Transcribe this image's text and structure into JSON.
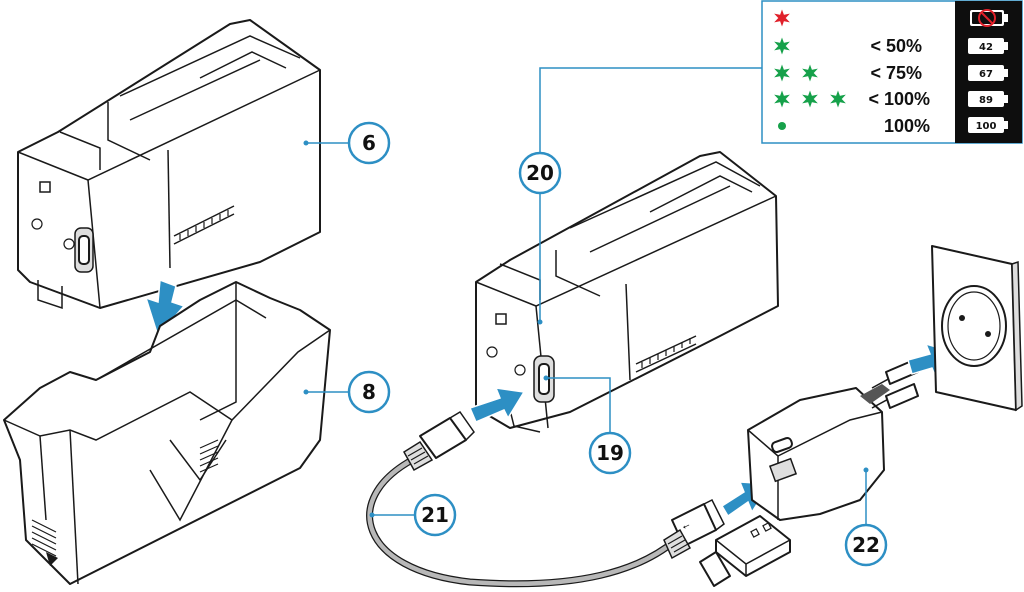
{
  "colors": {
    "callout": "#2d8fc4",
    "arrow": "#2d8fc4",
    "led_red": "#e0202a",
    "led_green": "#16a14a",
    "cable": "#b8b8b8",
    "legend_dark": "#0e0e0e"
  },
  "callouts": [
    {
      "id": "c6",
      "label": "6"
    },
    {
      "id": "c8",
      "label": "8"
    },
    {
      "id": "c19",
      "label": "19"
    },
    {
      "id": "c20",
      "label": "20"
    },
    {
      "id": "c21",
      "label": "21"
    },
    {
      "id": "c22",
      "label": "22"
    }
  ],
  "legend": {
    "rows": [
      {
        "leds": "1 red flashing",
        "text": "",
        "battery_label": "",
        "battery_icon": "battery-empty-crossed-icon"
      },
      {
        "leds": "1 green flashing",
        "text": "< 50%",
        "battery_label": "42",
        "battery_icon": "battery-icon"
      },
      {
        "leds": "2 green flashing",
        "text": "< 75%",
        "battery_label": "67",
        "battery_icon": "battery-icon"
      },
      {
        "leds": "3 green flashing",
        "text": "< 100%",
        "battery_label": "89",
        "battery_icon": "battery-icon"
      },
      {
        "leds": "1 green steady",
        "text": "100%",
        "battery_label": "100",
        "battery_icon": "battery-icon"
      }
    ]
  }
}
